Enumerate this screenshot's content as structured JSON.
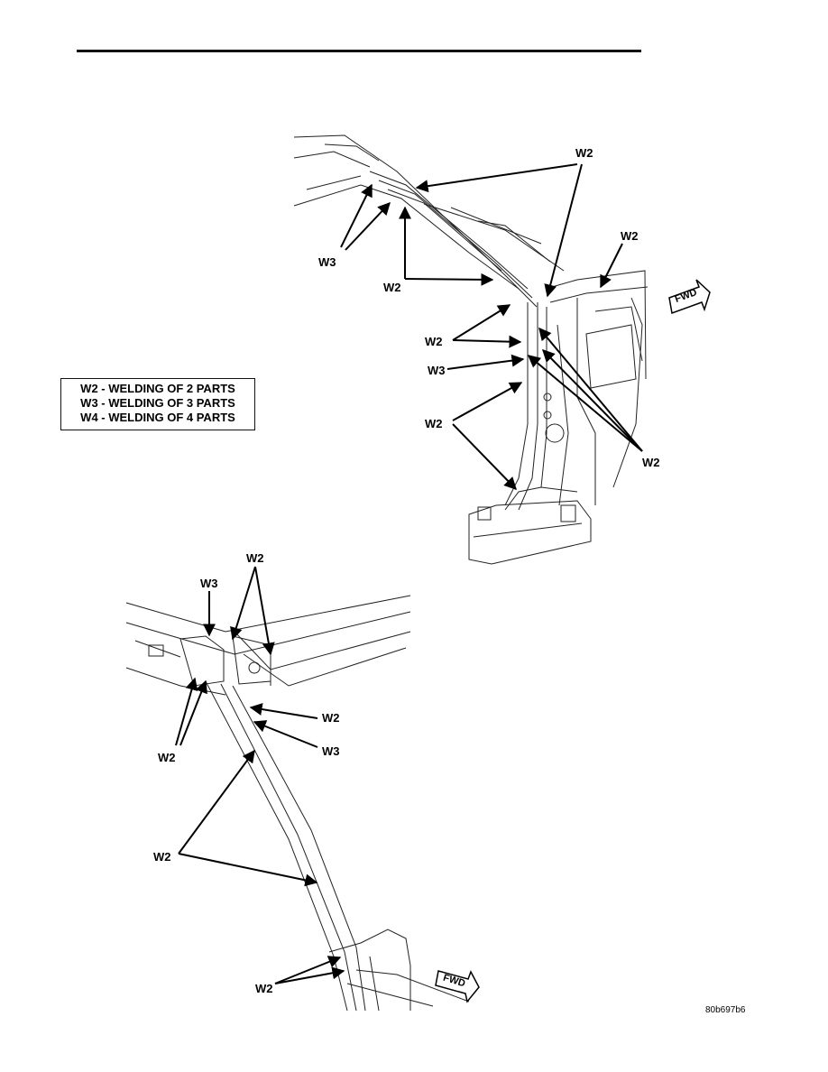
{
  "legend": {
    "line1": "W2 - WELDING OF 2 PARTS",
    "line2": "W3 - WELDING OF 3 PARTS",
    "line3": "W4 - WELDING OF 4 PARTS"
  },
  "callouts": {
    "w2": "W2",
    "w3": "W3",
    "fwd": "FWD"
  },
  "figure_id": "80b697b6"
}
